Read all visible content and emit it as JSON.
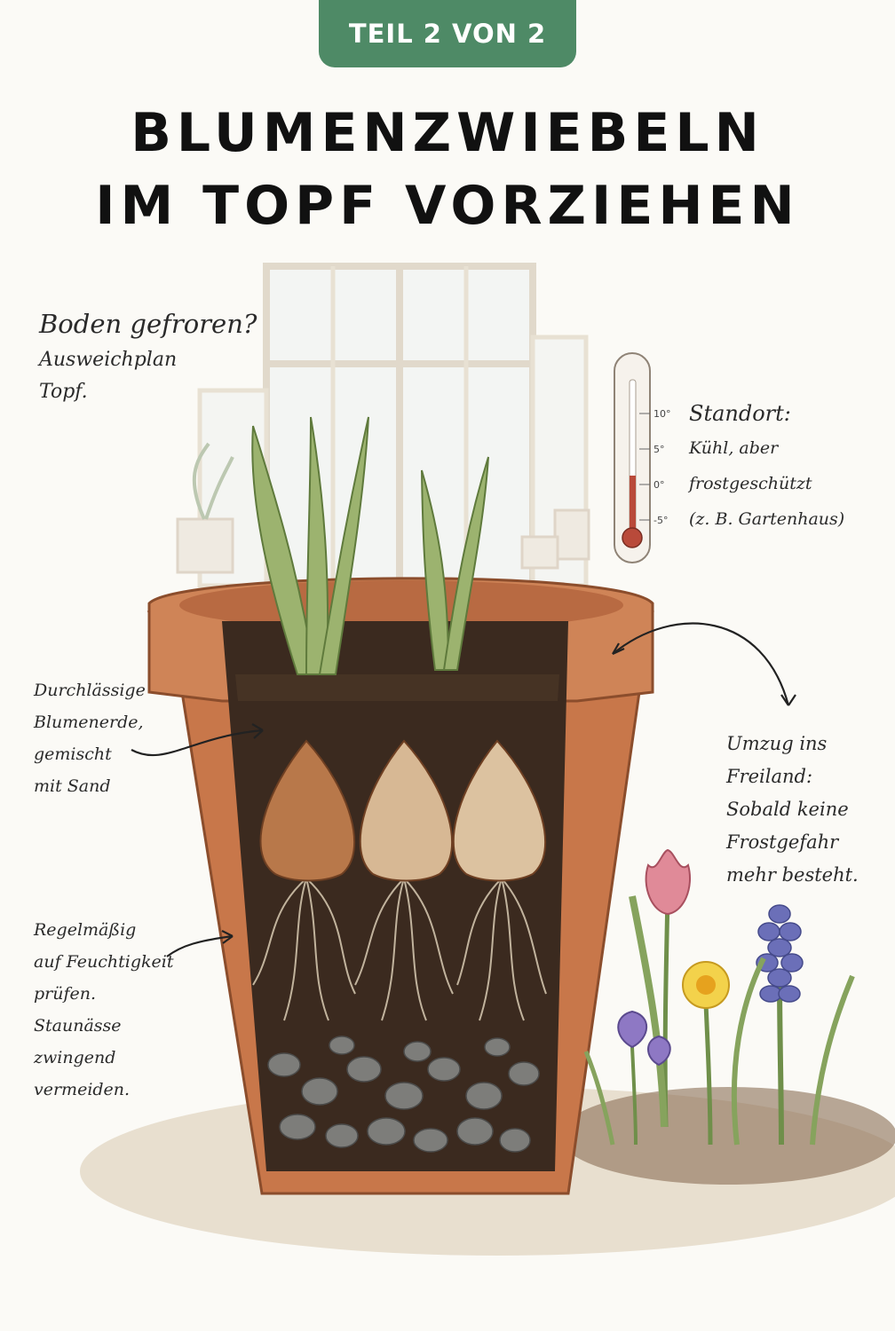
{
  "badge": {
    "label": "TEIL 2 VON 2",
    "color": "#4e8a66"
  },
  "title": {
    "line1": "BLUMENZWIEBELN",
    "line2": "IM TOPF VORZIEHEN"
  },
  "notes": {
    "intro": {
      "heading": "Boden gefroren?",
      "line1": "Ausweichplan",
      "line2": "Topf."
    },
    "location": {
      "heading": "Standort:",
      "line1": "Kühl, aber",
      "line2": "frostgeschützt",
      "line3": "(z. B. Gartenhaus)"
    },
    "soil": {
      "line1": "Durchlässige",
      "line2": "Blumenerde,",
      "line3": "gemischt",
      "line4": "mit Sand"
    },
    "moisture": {
      "line1": "Regelmäßig",
      "line2": "auf Feuchtigkeit",
      "line3": "prüfen.",
      "line4": "Staunässe",
      "line5": "zwingend",
      "line6": "vermeiden."
    },
    "move": {
      "line1": "Umzug ins",
      "line2": "Freiland:",
      "line3": "Sobald keine",
      "line4": "Frostgefahr",
      "line5": "mehr besteht."
    }
  },
  "thermometer": {
    "ticks": [
      "10°",
      "5°",
      "0°",
      "-5°"
    ]
  },
  "illustration": {
    "pot_color": "#c8774a",
    "soil_color": "#3b2a1f",
    "flowers": [
      "tulip-icon",
      "daffodil-icon",
      "hyacinth-icon",
      "crocus-icon"
    ]
  }
}
